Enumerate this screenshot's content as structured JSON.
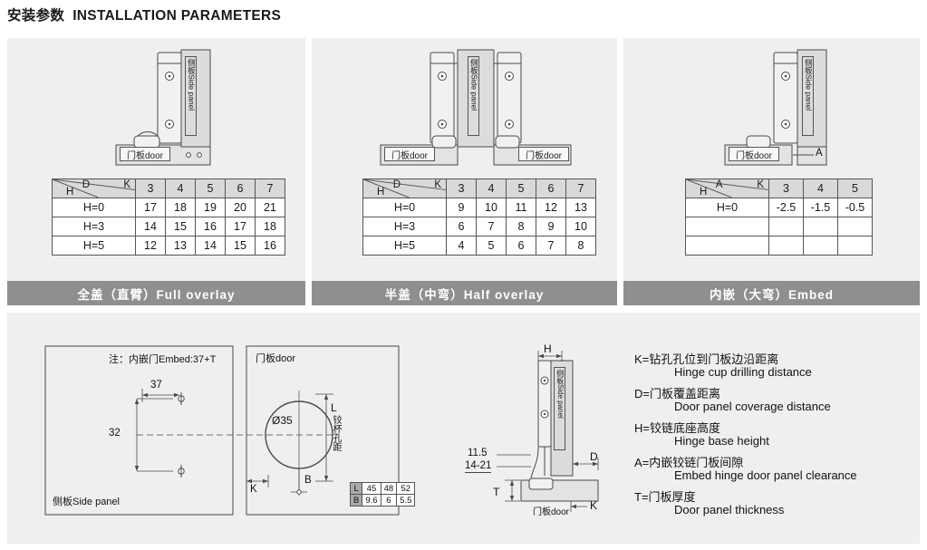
{
  "page": {
    "title_zh": "安装参数",
    "title_en": "INSTALLATION PARAMETERS"
  },
  "shared": {
    "side_panel": "侧板Side panel",
    "door": "门板door"
  },
  "sections": [
    {
      "banner": "全盖（直臂）Full overlay",
      "table": {
        "corner": {
          "top": "D",
          "right": "K",
          "bottom": "H"
        },
        "columns": [
          "3",
          "4",
          "5",
          "6",
          "7"
        ],
        "rows": [
          {
            "label": "H=0",
            "values": [
              "17",
              "18",
              "19",
              "20",
              "21"
            ]
          },
          {
            "label": "H=3",
            "values": [
              "14",
              "15",
              "16",
              "17",
              "18"
            ]
          },
          {
            "label": "H=5",
            "values": [
              "12",
              "13",
              "14",
              "15",
              "16"
            ]
          }
        ]
      }
    },
    {
      "banner": "半盖（中弯）Half overlay",
      "table": {
        "corner": {
          "top": "D",
          "right": "K",
          "bottom": "H"
        },
        "columns": [
          "3",
          "4",
          "5",
          "6",
          "7"
        ],
        "rows": [
          {
            "label": "H=0",
            "values": [
              "9",
              "10",
              "11",
              "12",
              "13"
            ]
          },
          {
            "label": "H=3",
            "values": [
              "6",
              "7",
              "8",
              "9",
              "10"
            ]
          },
          {
            "label": "H=5",
            "values": [
              "4",
              "5",
              "6",
              "7",
              "8"
            ]
          }
        ]
      }
    },
    {
      "banner": "内嵌（大弯）Embed",
      "clearance_label": "A",
      "table": {
        "corner": {
          "top": "A",
          "right": "K",
          "bottom": "H"
        },
        "columns": [
          "3",
          "4",
          "5"
        ],
        "rows": [
          {
            "label": "H=0",
            "values": [
              "-2.5",
              "-1.5",
              "-0.5"
            ]
          },
          {
            "label": "",
            "values": [
              "",
              "",
              ""
            ]
          },
          {
            "label": "",
            "values": [
              "",
              "",
              ""
            ]
          }
        ]
      }
    }
  ],
  "bottom": {
    "side_panel_drawing": {
      "note": "注：内嵌门Embed:37+T",
      "dim_horizontal": "37",
      "dim_vertical": "32"
    },
    "door_drawing": {
      "hole_diameter": "Ø35",
      "dim_l": "L",
      "dim_l_cn": "铰杯孔距",
      "dim_b": "B",
      "dim_k": "K",
      "lb_table": {
        "rows": [
          {
            "label": "L",
            "values": [
              "45",
              "48",
              "52"
            ]
          },
          {
            "label": "B",
            "values": [
              "9.6",
              "6",
              "5.5"
            ]
          }
        ]
      }
    },
    "side_view": {
      "dim_h": "H",
      "dim_cup": "11.5",
      "dim_range": "14-21",
      "dim_d": "D",
      "dim_t": "T",
      "dim_k": "K"
    },
    "legend": [
      {
        "term": "K=钻孔孔位到门板边沿距离",
        "desc": "Hinge cup drilling distance"
      },
      {
        "term": "D=门板覆盖距离",
        "desc": "Door panel coverage distance"
      },
      {
        "term": "H=铰链底座高度",
        "desc": "Hinge base height"
      },
      {
        "term": "A=内嵌铰链门板间隙",
        "desc": "Embed hinge door panel clearance"
      },
      {
        "term": "T=门板厚度",
        "desc": "Door panel thickness"
      }
    ]
  },
  "colors": {
    "banner_bg": "#8f8f8f",
    "section_bg": "#efefef",
    "table_header_bg": "#d9d9d9",
    "line": "#4a4a4a"
  }
}
